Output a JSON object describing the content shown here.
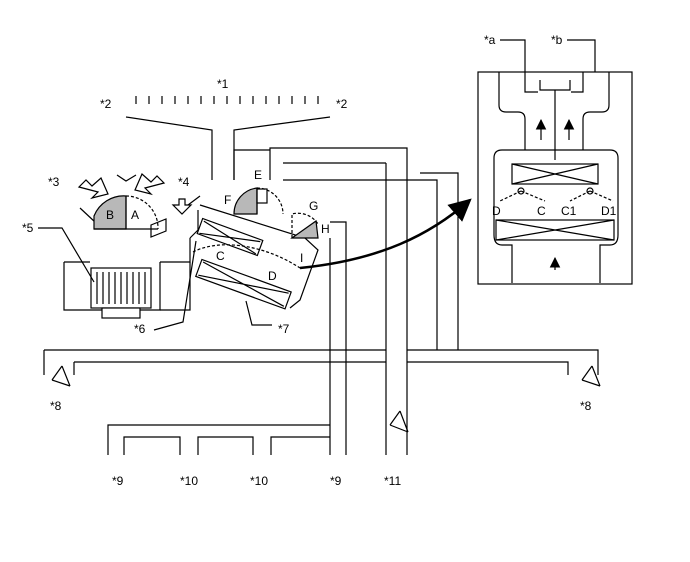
{
  "diagram": {
    "callouts": {
      "c1": "*1",
      "c2_left": "*2",
      "c2_right": "*2",
      "c3": "*3",
      "c4": "*4",
      "c5": "*5",
      "c6": "*6",
      "c7": "*7",
      "c8_left": "*8",
      "c8_right": "*8",
      "c9_left": "*9",
      "c9_right": "*9",
      "c10_left": "*10",
      "c10_right": "*10",
      "c11": "*11"
    },
    "damper_labels": {
      "a": "A",
      "b": "B",
      "c": "C",
      "d": "D",
      "e": "E",
      "f": "F",
      "g": "G",
      "h": "H",
      "i": "I"
    },
    "detail": {
      "callout_a": "*a",
      "callout_b": "*b",
      "d": "D",
      "c": "C",
      "c1": "C1",
      "d1": "D1"
    }
  }
}
